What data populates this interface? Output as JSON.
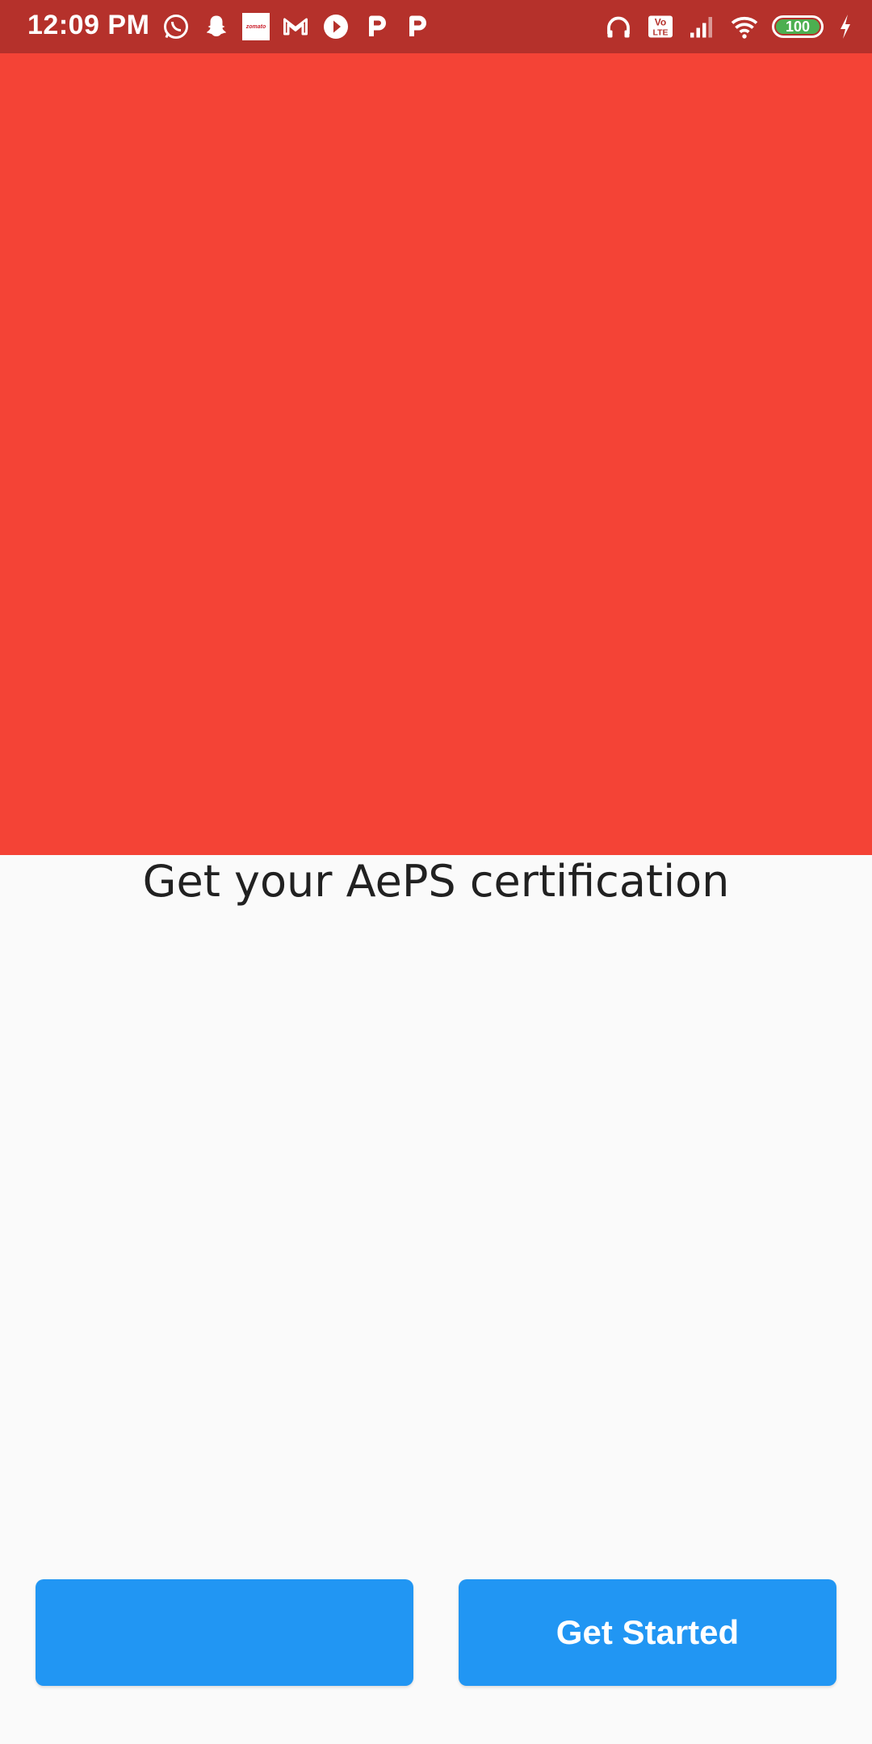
{
  "status_bar": {
    "time": "12:09 PM",
    "left_icons": [
      "whatsapp-icon",
      "snapchat-icon",
      "zomato-icon",
      "gmail-icon",
      "play-icon",
      "p-app-icon",
      "p-app-icon"
    ],
    "zomato_text": "zomato",
    "right_icons": [
      "headphones-icon",
      "volte-icon",
      "signal-icon",
      "wifi-icon",
      "battery-icon",
      "charging-icon"
    ],
    "volte_text": "Vo LTE",
    "battery_level": "100",
    "background_color": "#b5312b"
  },
  "hero": {
    "color": "#f44336"
  },
  "headline": "Get your AePS certification",
  "buttons": {
    "left_label": "",
    "right_label": "Get Started",
    "color": "#2196f3"
  }
}
